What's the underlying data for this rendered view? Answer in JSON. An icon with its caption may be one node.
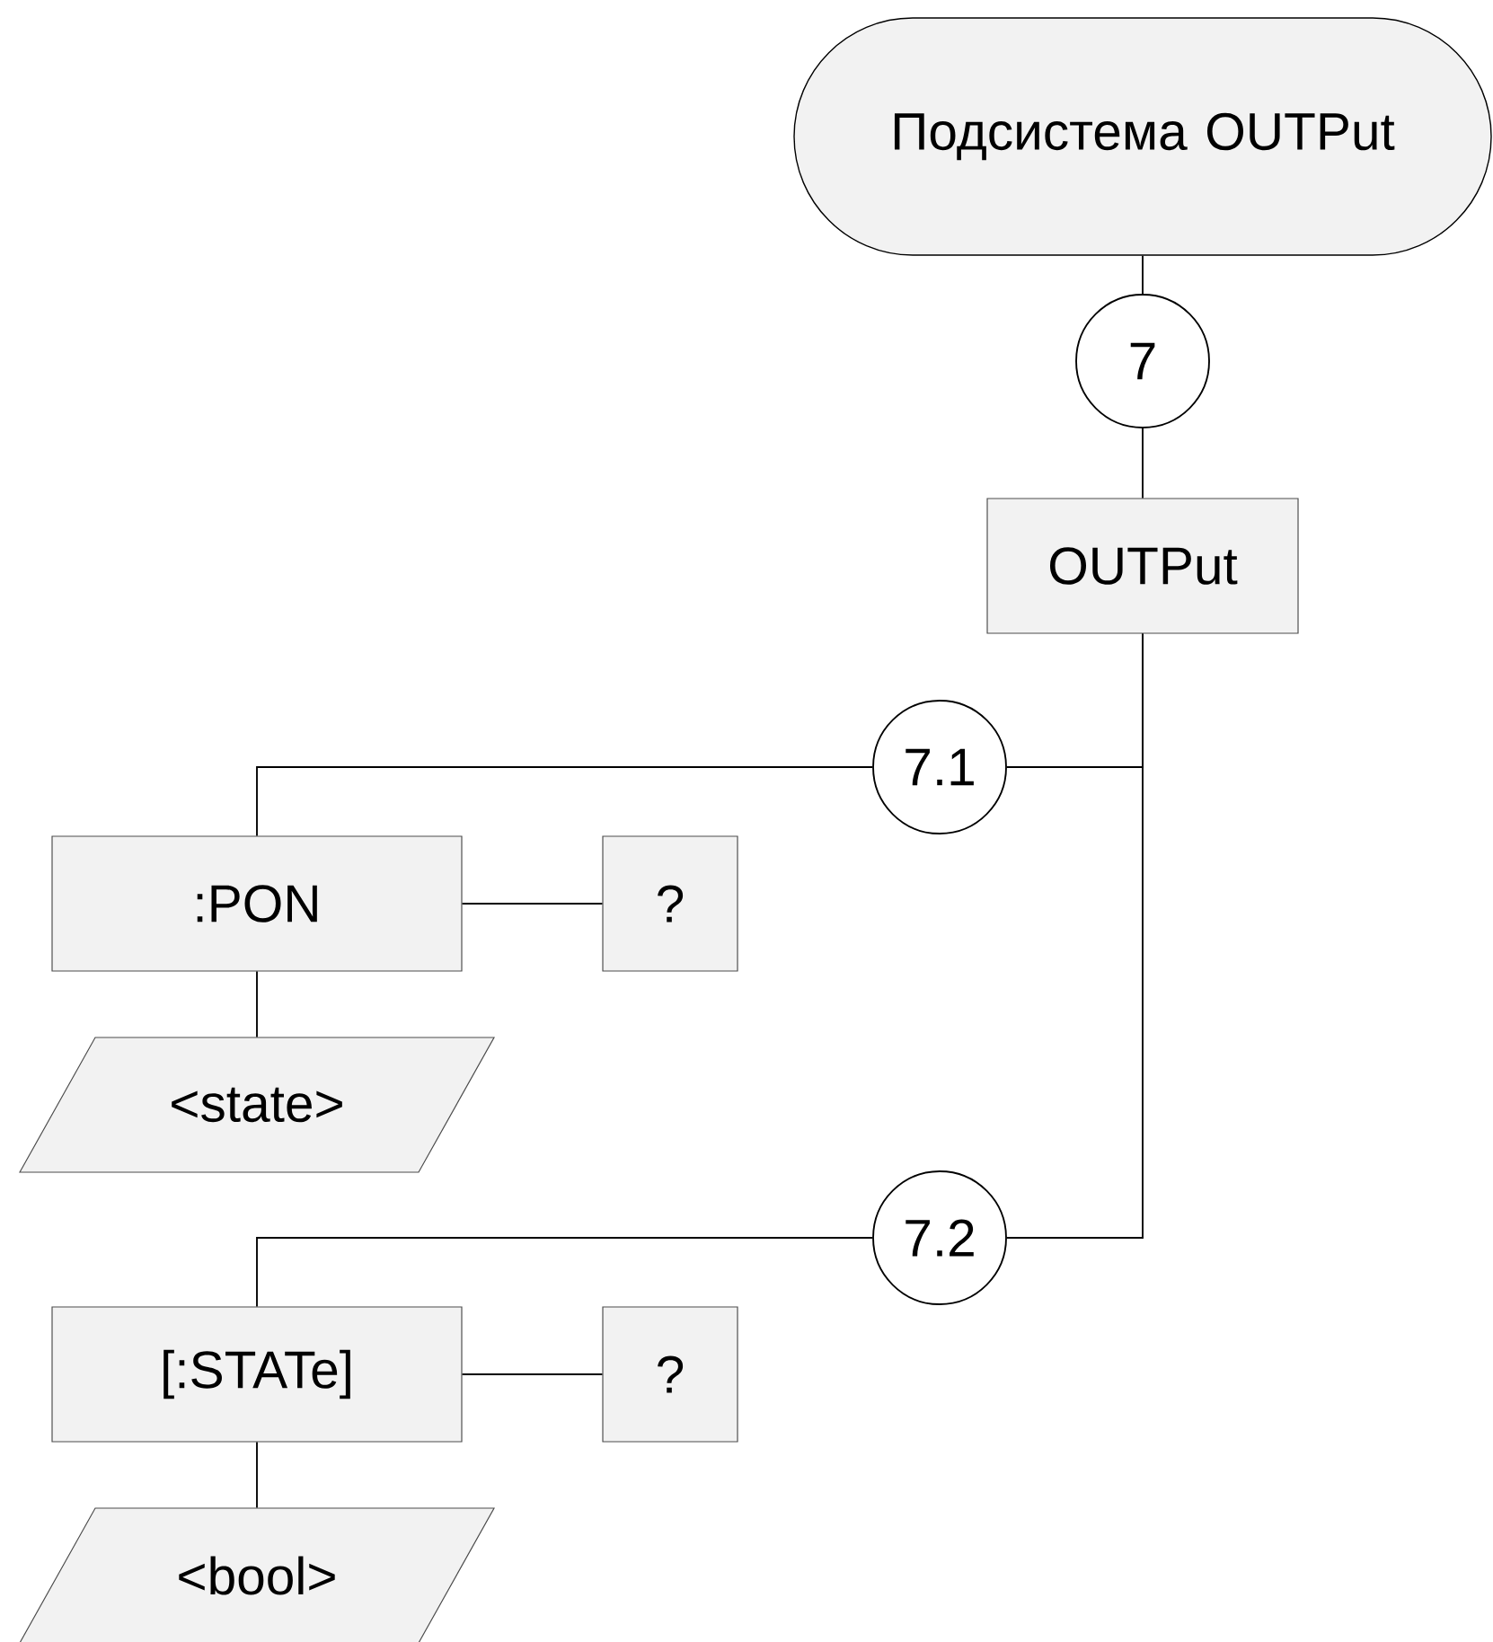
{
  "diagram": {
    "nodes": [
      {
        "text": [
          "Подсистема OUTPut"
        ]
      },
      {
        "text": [
          "7"
        ]
      },
      {
        "text": [
          "OUTPut"
        ]
      },
      {
        "text": [
          "7.1"
        ]
      },
      {
        "text": [
          ":PON"
        ]
      },
      {
        "text": [
          "?"
        ]
      },
      {
        "text": [
          "<state>"
        ]
      },
      {
        "text": [
          "7.2"
        ]
      },
      {
        "text": [
          "[:STATe]"
        ]
      },
      {
        "text": [
          "?"
        ]
      },
      {
        "text": [
          "<bool>"
        ]
      }
    ],
    "edges": [
      {
        "from": 0,
        "to": 1,
        "arrow": "none"
      },
      {
        "from": 1,
        "to": 2,
        "arrow": "none"
      },
      {
        "from": 2,
        "to": 3,
        "arrow": "none"
      },
      {
        "from": 2,
        "to": 7,
        "arrow": "none"
      },
      {
        "from": 3,
        "to": 4,
        "arrow": "none"
      },
      {
        "from": 4,
        "to": 5,
        "arrow": "none"
      },
      {
        "from": 4,
        "to": 6,
        "arrow": "none"
      },
      {
        "from": 7,
        "to": 8,
        "arrow": "none"
      },
      {
        "from": 8,
        "to": 9,
        "arrow": "none"
      },
      {
        "from": 8,
        "to": 10,
        "arrow": "none"
      }
    ]
  }
}
